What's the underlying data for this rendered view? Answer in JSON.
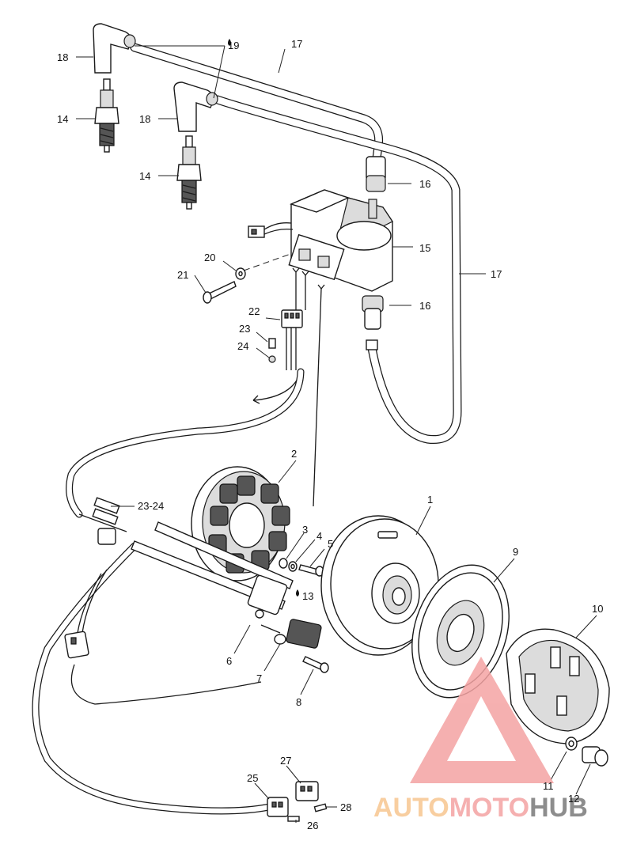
{
  "callouts": [
    {
      "id": "c1",
      "text": "1"
    },
    {
      "id": "c2",
      "text": "2"
    },
    {
      "id": "c3",
      "text": "3"
    },
    {
      "id": "c4",
      "text": "4"
    },
    {
      "id": "c5",
      "text": "5"
    },
    {
      "id": "c6",
      "text": "6"
    },
    {
      "id": "c7",
      "text": "7"
    },
    {
      "id": "c8",
      "text": "8"
    },
    {
      "id": "c9",
      "text": "9"
    },
    {
      "id": "c10",
      "text": "10"
    },
    {
      "id": "c11",
      "text": "11"
    },
    {
      "id": "c12",
      "text": "12"
    },
    {
      "id": "c13",
      "text": "13"
    },
    {
      "id": "c14a",
      "text": "14"
    },
    {
      "id": "c14b",
      "text": "14"
    },
    {
      "id": "c15",
      "text": "15"
    },
    {
      "id": "c16a",
      "text": "16"
    },
    {
      "id": "c16b",
      "text": "16"
    },
    {
      "id": "c17a",
      "text": "17"
    },
    {
      "id": "c17b",
      "text": "17"
    },
    {
      "id": "c18a",
      "text": "18"
    },
    {
      "id": "c18b",
      "text": "18"
    },
    {
      "id": "c19",
      "text": "19"
    },
    {
      "id": "c20",
      "text": "20"
    },
    {
      "id": "c21",
      "text": "21"
    },
    {
      "id": "c22",
      "text": "22"
    },
    {
      "id": "c23",
      "text": "23"
    },
    {
      "id": "c24",
      "text": "24"
    },
    {
      "id": "c2324",
      "text": "23-24"
    },
    {
      "id": "c25",
      "text": "25"
    },
    {
      "id": "c26",
      "text": "26"
    },
    {
      "id": "c27",
      "text": "27"
    },
    {
      "id": "c28",
      "text": "28"
    }
  ],
  "watermark": {
    "part1": "AUTO",
    "part2": "MOTO",
    "part3": "HUB",
    "color_primary": "#f4a3a3",
    "color_secondary": "#f7c690",
    "color_hub": "#7a7a7a"
  }
}
